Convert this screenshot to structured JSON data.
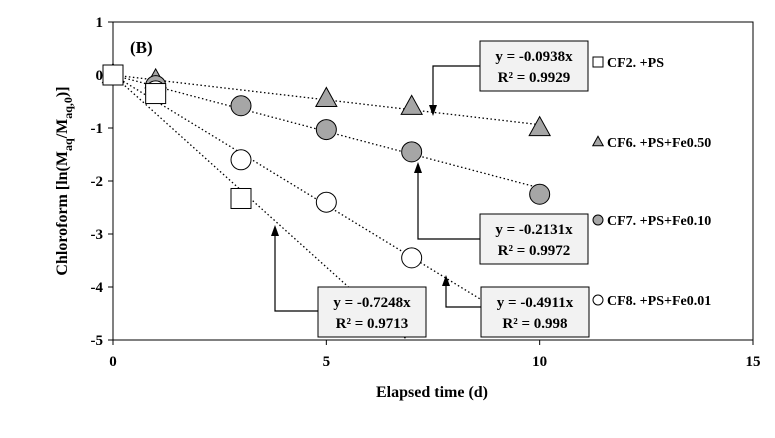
{
  "chart_data": {
    "type": "scatter",
    "panel_label": "(B)",
    "xlabel": "Elapsed time (d)",
    "ylabel_parts": {
      "main": "Chloroform  [ln(M",
      "sub1": "aq",
      "mid": "/M",
      "sub2": "aq,0",
      "end": ")]"
    },
    "xlim": [
      0,
      15
    ],
    "ylim": [
      -5,
      1
    ],
    "xticks": [
      "0",
      "5",
      "10",
      "15"
    ],
    "yticks": [
      "1",
      "0",
      "-1",
      "-2",
      "-3",
      "-4",
      "-5"
    ],
    "grid": false,
    "series": [
      {
        "name": "CF2. +PS",
        "marker": "square",
        "fill": "#ffffff",
        "points": [
          [
            0,
            0
          ],
          [
            1,
            -0.35
          ],
          [
            3,
            -2.33
          ]
        ],
        "trend_slope": -0.7248,
        "equation": "y = -0.7248x",
        "r2": "R² = 0.9713"
      },
      {
        "name": "CF6. +PS+Fe0.50",
        "marker": "triangle",
        "fill": "#a6a6a6",
        "points": [
          [
            0,
            0
          ],
          [
            1,
            -0.1
          ],
          [
            5,
            -0.45
          ],
          [
            7,
            -0.6
          ],
          [
            10,
            -1.0
          ]
        ],
        "trend_slope": -0.0938,
        "equation": "y = -0.0938x",
        "r2": "R² = 0.9929"
      },
      {
        "name": "CF7. +PS+Fe0.10",
        "marker": "circle",
        "fill": "#a6a6a6",
        "points": [
          [
            0,
            0
          ],
          [
            1,
            -0.2
          ],
          [
            3,
            -0.58
          ],
          [
            5,
            -1.03
          ],
          [
            7,
            -1.45
          ],
          [
            10,
            -2.25
          ]
        ],
        "trend_slope": -0.2131,
        "equation": "y = -0.2131x",
        "r2": "R² = 0.9972"
      },
      {
        "name": "CF8. +PS+Fe0.01",
        "marker": "circle",
        "fill": "#ffffff",
        "points": [
          [
            0,
            0
          ],
          [
            1,
            -0.3
          ],
          [
            3,
            -1.6
          ],
          [
            5,
            -2.4
          ],
          [
            7,
            -3.45
          ]
        ],
        "trend_slope": -0.4911,
        "equation": "y = -0.4911x",
        "r2": "R² = 0.998"
      }
    ]
  }
}
